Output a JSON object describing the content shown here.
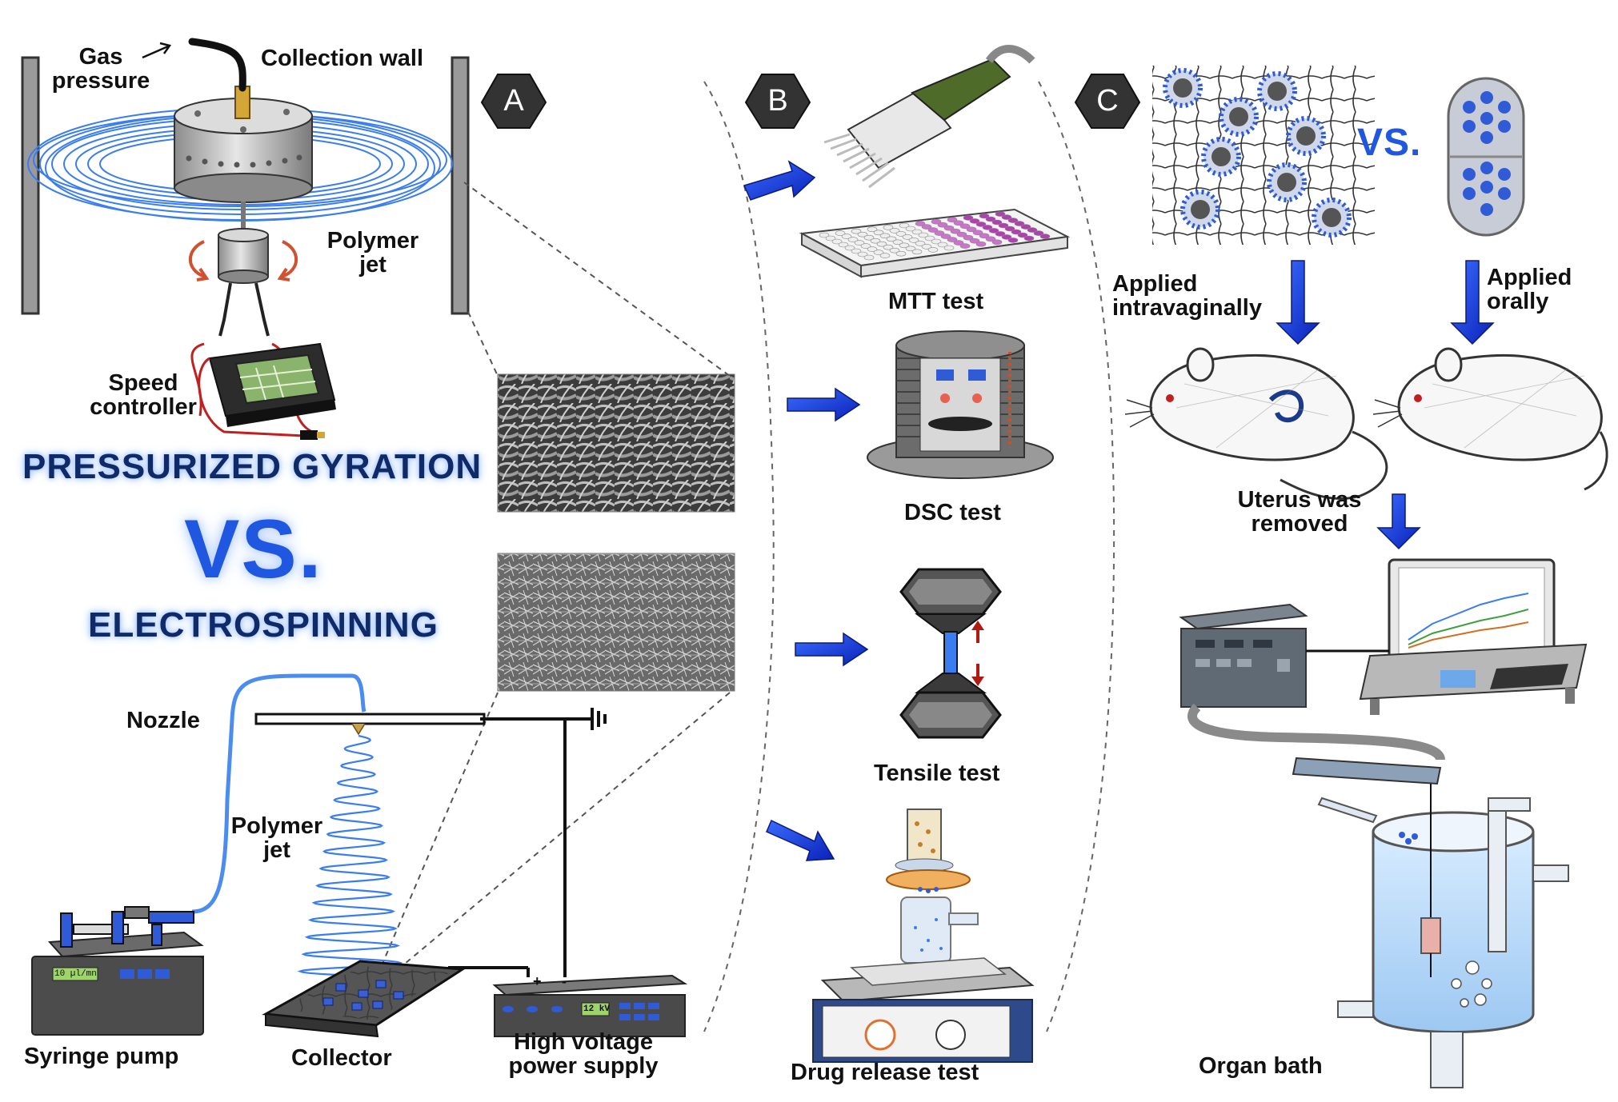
{
  "panels": {
    "a": {
      "badge": "A"
    },
    "b": {
      "badge": "B"
    },
    "c": {
      "badge": "C"
    }
  },
  "panel_a": {
    "gas_pressure": "Gas\npressure",
    "collection_wall": "Collection wall",
    "polymer_jet_top": "Polymer\njet",
    "speed_controller": "Speed\ncontroller",
    "pressurized_gyration": "PRESSURIZED GYRATION",
    "vs": "VS.",
    "electrospinning": "ELECTROSPINNING",
    "nozzle": "Nozzle",
    "polymer_jet_bottom": "Polymer\njet",
    "syringe_pump": "Syringe pump",
    "pump_display": "10 µl/mn",
    "collector": "Collector",
    "power_supply": "High voltage\npower supply",
    "power_display": "12 kV",
    "plus": "+",
    "minus": "-"
  },
  "panel_b": {
    "mtt": "MTT test",
    "dsc": "DSC test",
    "tensile": "Tensile test",
    "drug_release": "Drug release test"
  },
  "panel_c": {
    "vs": "VS.",
    "intravaginal": "Applied\nintravaginally",
    "oral": "Applied\norally",
    "uterus": "Uterus was\nremoved",
    "organ_bath": "Organ bath"
  },
  "colors": {
    "blue_fiber": "#3a7df0",
    "arrow_blue": "#1a3fe0",
    "badge": "#333333",
    "text": "#111111"
  }
}
